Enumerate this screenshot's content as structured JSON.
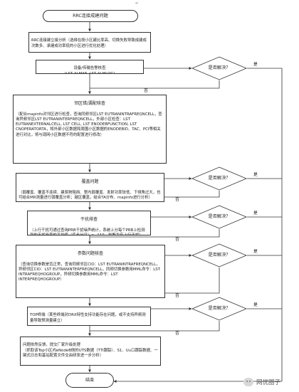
{
  "top_mark": "↵",
  "start": "RRC连接成建问题",
  "analysis": "RRC连接建立接分析（选择在既小区建比率高、切换失败导致成建成次数多、承建成功率低的小区进行优化处理）",
  "device_check": "设备/传输告警核查\n(LST ALMAF, LST ALMLOG)",
  "neighbor": {
    "title": "邻区错/漏配核查",
    "body": "（配合mapinfo对邻区进行检查，查询同频邻区LST EUTRANINTRAFREQNCELL，查询异频邻区LST EUTRANINTERFREQNCELL，外部小区检查：LST EUTRANEXTERNALCELL, LST CELL, LST ENODEBFUNCTION, LST CNOPERATORTA，将外部小区数据和周围小区数据的ENODEBID、TAC、PCI等相关进行对比，将与现网小区数据不符的配置进行修改）"
  },
  "coverage": {
    "title": "覆盖问题",
    "body": "（弱覆盖、覆盖不连续、建筑物阻挡、室内弱覆盖、发射功率较低、下倾角过大，也可结合MR测量进行弱覆盖分析；越区覆盖，结合TA分布、mapinfo进行分析）"
  },
  "interference": {
    "title": "干扰排查",
    "body": "（上行干扰可通过查询PRB干扰噪声统计，系统上分每个PRB上检测到的干扰噪声的平均值（底长分贝）> -110，判断为有上行干扰）"
  },
  "param": {
    "title": "参数问题核查",
    "body": "（查询切换参数是否正常，查询同频邻区CIO：LST EUTRANINTRAFREQNCELL，异频邻区CIO：LST EUTRANINTERFREQNCELL，同频切换参数用MML命令：LST INTRAFREQHOGROUP，异频切换参数用MML命令：LST INTERFREQHOGROUP）"
  },
  "terminal_issue": "TOP终端（某些终端对DRX特性支持功能存在问题，或不支持异频测量导致预测量建立）",
  "escalate": "问题依然反馈，提交厂家升级处理\n（抓取该Top小区内eNodeB侧的UTS数据（TTI跟踪）、S1、Uu口跟踪数据、一键式日志和基站配置文件交由研发进一步分析）",
  "end": "结束",
  "decision_label": "是否解决？",
  "yes": "是",
  "no": "否",
  "watermark": "网优圈子"
}
